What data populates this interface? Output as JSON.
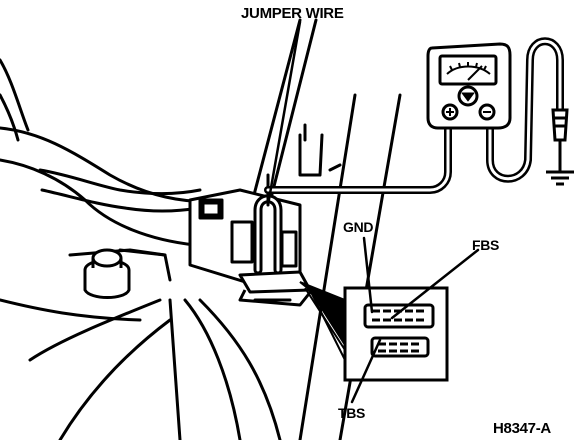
{
  "labels": {
    "jumper_wire": "JUMPER WIRE",
    "gnd": "GND",
    "fbs": "FBS",
    "tbs": "TBS",
    "figure_id": "H8347-A"
  },
  "colors": {
    "ink": "#000000",
    "paper": "#ffffff"
  }
}
